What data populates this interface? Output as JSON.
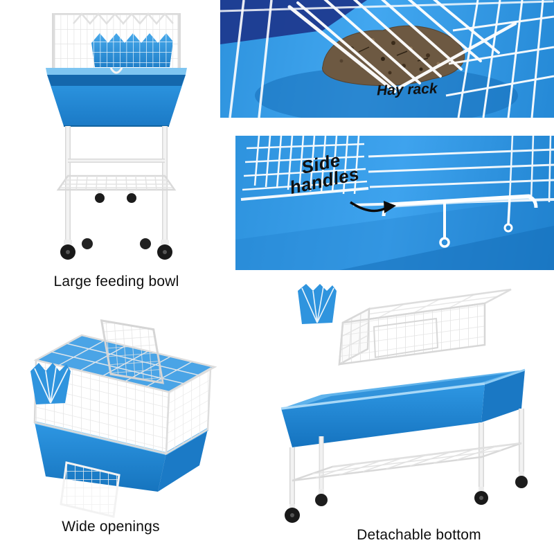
{
  "page": {
    "background": "#ffffff"
  },
  "colors": {
    "cage_blue": "#2e96e1",
    "cage_blue_dark": "#1673bd",
    "cage_blue_light": "#6fbdf2",
    "wire_white": "#ffffff",
    "wire_gray": "#e3e3e3",
    "wheel_black": "#1b1b1b",
    "navy_shadow": "#1d3a8f",
    "hay_brown": "#6d5942",
    "label_black": "#111111"
  },
  "panels": {
    "feeding_bowl": {
      "caption": "Large feeding bowl"
    },
    "hay_rack": {
      "label": "Hay rack"
    },
    "side_handles": {
      "label_line1": "Side",
      "label_line2": "handles"
    },
    "wide_openings": {
      "caption": "Wide openings"
    },
    "detachable_bottom": {
      "caption": "Detachable bottom"
    }
  }
}
